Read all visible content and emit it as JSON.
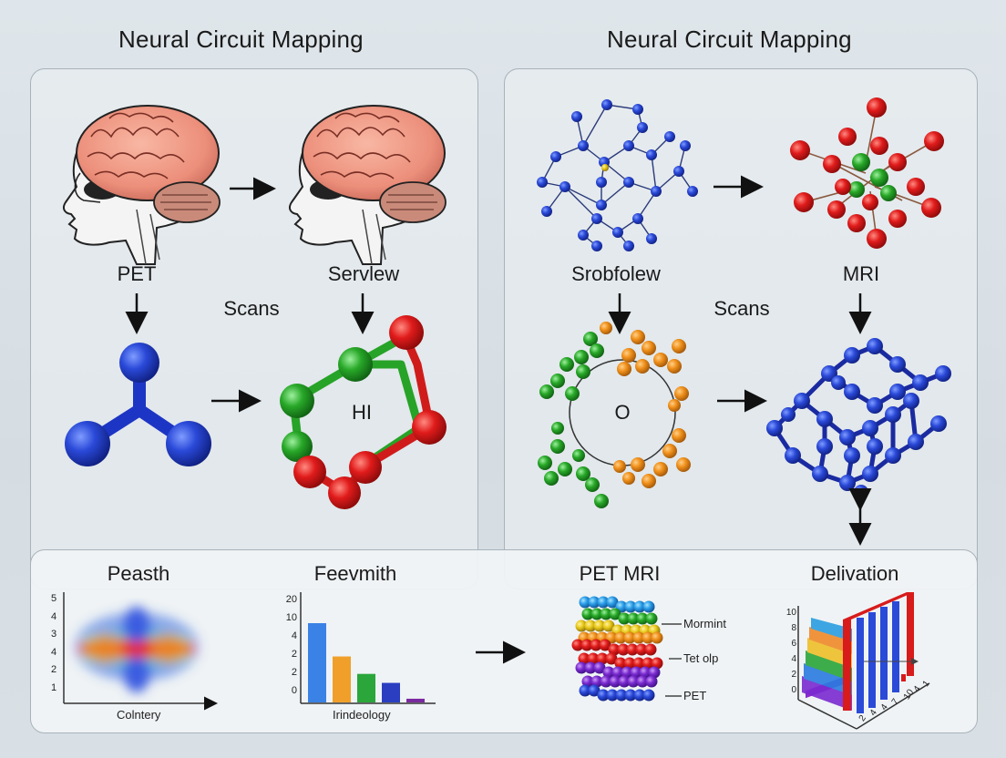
{
  "headings": {
    "left": "Neural Circuit Mapping",
    "right": "Neural Circuit Mapping"
  },
  "left_panel": {
    "label_pet": "PET",
    "label_serview": "Servlew",
    "label_scans": "Scans",
    "molecule_label": "HI"
  },
  "right_panel": {
    "label_srobfolew": "Srobfolew",
    "label_mri": "MRI",
    "label_scans": "Scans",
    "ring_label": "O"
  },
  "bottom_panel": {
    "peasth": {
      "title": "Peasth",
      "xlabel": "Colntery",
      "y_ticks": [
        "5",
        "4",
        "3",
        "4",
        "2",
        "1"
      ]
    },
    "feevmith": {
      "title": "Feevmith",
      "xlabel": "Irindeology",
      "y_ticks": [
        "20",
        "10",
        "4",
        "2",
        "2",
        "0"
      ]
    },
    "pet_mri": {
      "title": "PET MRI",
      "labels": [
        "Mormint",
        "Tet olp",
        "PET"
      ]
    },
    "delivation": {
      "title": "Delivation",
      "y_ticks": [
        "10",
        "8",
        "6",
        "4",
        "2",
        "0"
      ],
      "x_ticks": [
        "2",
        "4",
        "4",
        "7",
        "10",
        "4",
        "1"
      ]
    }
  },
  "chart_data": {
    "type": "bar",
    "title": "Feevmith",
    "xlabel": "Irindeology",
    "categories": [
      "",
      "",
      "",
      "",
      ""
    ],
    "values": [
      15,
      8.7,
      5.4,
      3.7,
      0.7
    ],
    "colors": [
      "#3b82e6",
      "#f0a02a",
      "#2aa63a",
      "#2b3ec2",
      "#7a2aa0"
    ],
    "ylim": [
      0,
      20
    ]
  },
  "colors": {
    "blue": "#1f3fd0",
    "red": "#e01b1b",
    "green": "#27a327",
    "orange": "#f0901a",
    "panel_border": "#a9b3ba"
  }
}
